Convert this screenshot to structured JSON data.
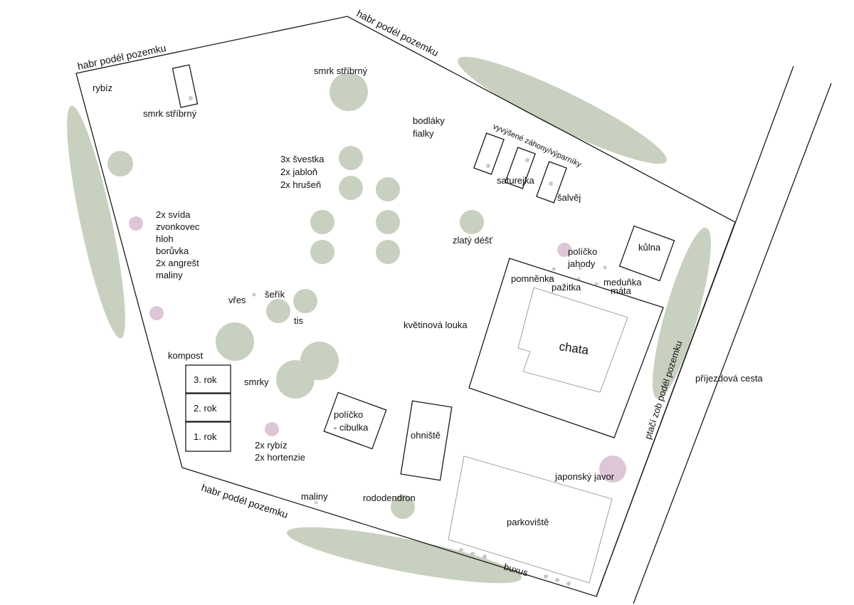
{
  "colors": {
    "vegetation": "#c8d0bf",
    "shrub_flower": "#dcc6d7",
    "herb_dot": "#c8c8c8",
    "line": "#1a1a1a"
  },
  "labels": {
    "hedge_top_left": "habr podél pozemku",
    "hedge_top_right": "habr podél pozemku",
    "hedge_bottom": "habr podél pozemku",
    "bird_hedge": "ptačí zob podél pozemku",
    "driveway": "příjezdová cesta",
    "rybiz_top": "rybíz",
    "spruce_silver_1": "smrk stříbrný",
    "spruce_silver_2": "smrk stříbrný",
    "orchard": [
      "3x švestka",
      "2x jabloň",
      "2x hrušeň"
    ],
    "thistles": [
      "bodláky",
      "fialky"
    ],
    "raised_beds": "vyvýšené záhony/výparníky",
    "savory": "saturejka",
    "sage": "šalvěj",
    "golden_rain": "zlatý déšť",
    "shrubs_left": [
      "2x svída",
      "zvonkovec",
      "hloh",
      "borůvka",
      "2x angrešt",
      "maliny"
    ],
    "heather": "vřes",
    "lilac": "šeřík",
    "yew": "tis",
    "compost": "kompost",
    "compost_bins": [
      "3. rok",
      "2. rok",
      "1. rok"
    ],
    "spruces": "smrky",
    "onion_bed": [
      "políčko",
      "- cibulka"
    ],
    "fireplace": "ohniště",
    "currant_hydrangea": [
      "2x rybíz",
      "2x hortenzie"
    ],
    "raspberries": "maliny",
    "rhododendron": "rododendron",
    "flower_meadow": "květinová louka",
    "strawberries": [
      "políčko",
      "jahody"
    ],
    "forget_me_not": "pomněnka",
    "chives": "pažitka",
    "lemon_balm_mint": [
      "meduňka",
      "máta"
    ],
    "shed": "kůlna",
    "cottage": "chata",
    "japanese_maple": "japonský javor",
    "parking": "parkoviště",
    "boxwood": "buxus"
  }
}
